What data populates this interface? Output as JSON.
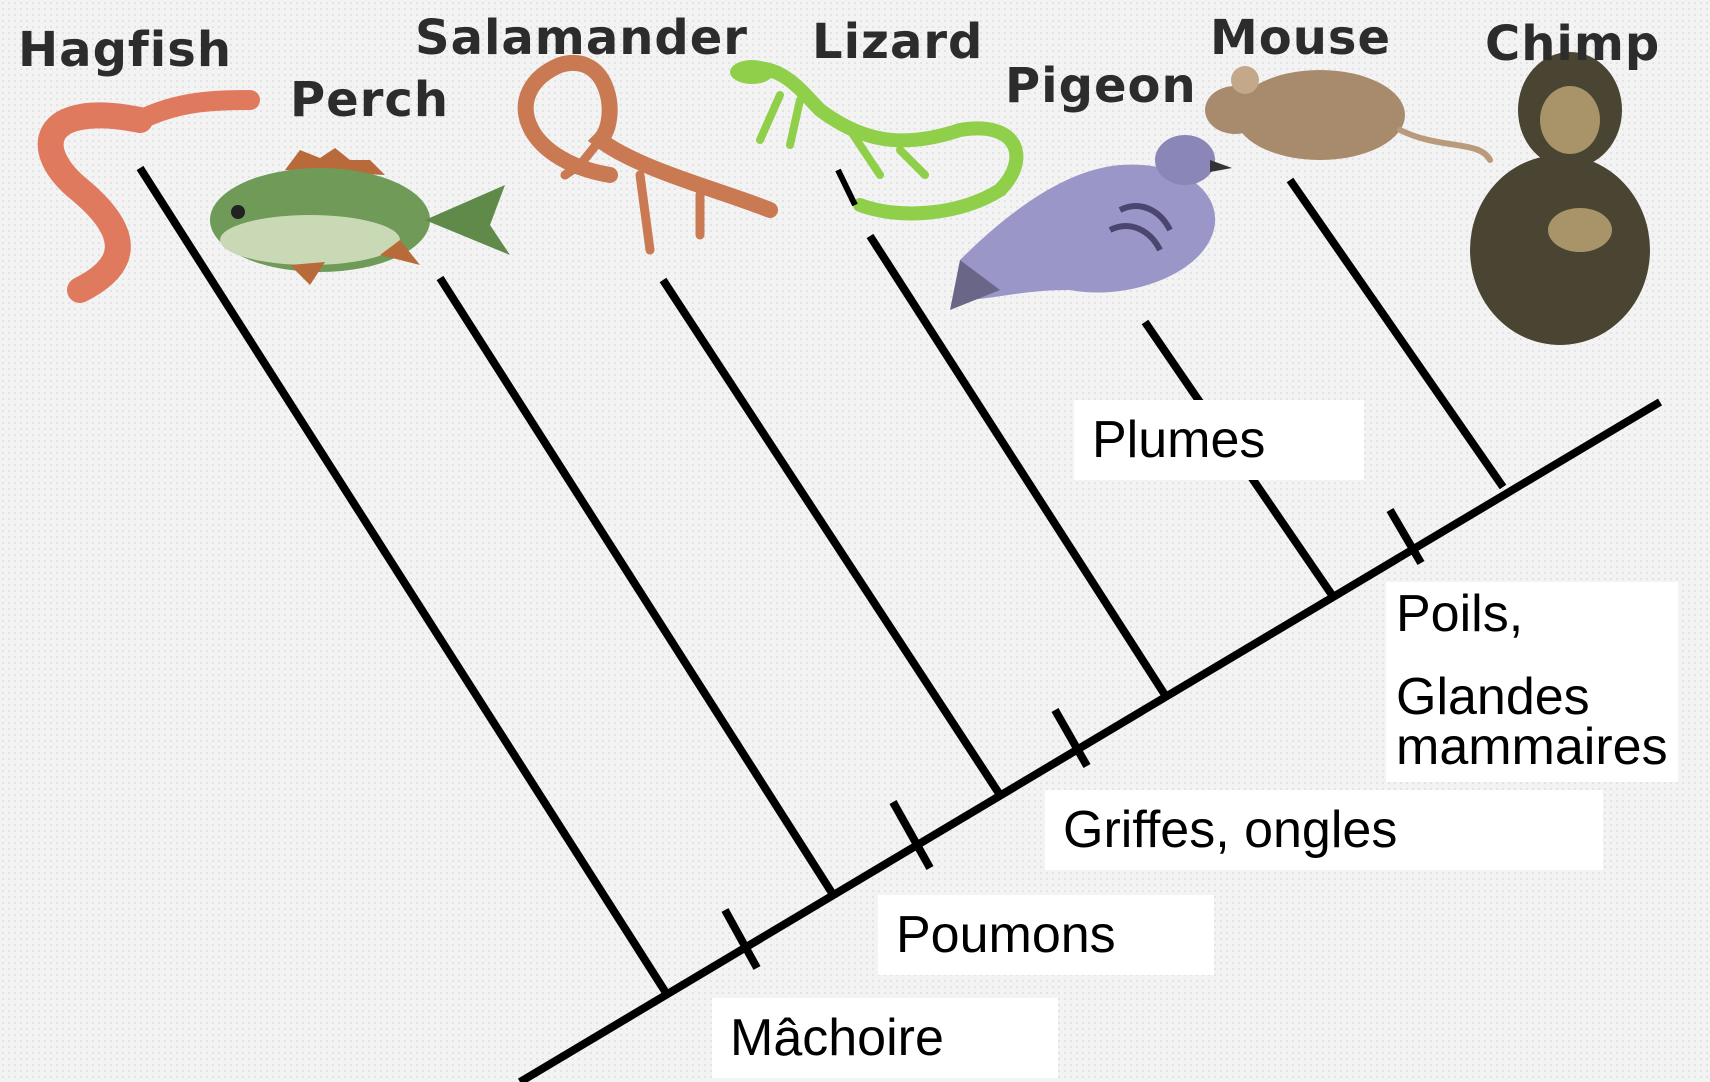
{
  "taxa": [
    {
      "name": "Hagfish"
    },
    {
      "name": "Perch"
    },
    {
      "name": "Salamander"
    },
    {
      "name": "Lizard"
    },
    {
      "name": "Pigeon"
    },
    {
      "name": "Mouse"
    },
    {
      "name": "Chimp"
    }
  ],
  "traits": {
    "jaws": "Mâchoire",
    "lungs": "Poumons",
    "claws": "Griffes, ongles",
    "feathers": "Plumes",
    "hair_line1": "Poils,",
    "hair_line2": "Glandes",
    "hair_line3": "mammaires"
  },
  "colors": {
    "background": "#f3f3f3",
    "branch": "#000000",
    "hagfish": "#e07a5f",
    "perch": "#5f8a4a",
    "salamander": "#c97a52",
    "lizard": "#8fcf4a",
    "pigeon": "#9a96c8",
    "mouse": "#a88a6c",
    "chimp": "#4a4432"
  }
}
